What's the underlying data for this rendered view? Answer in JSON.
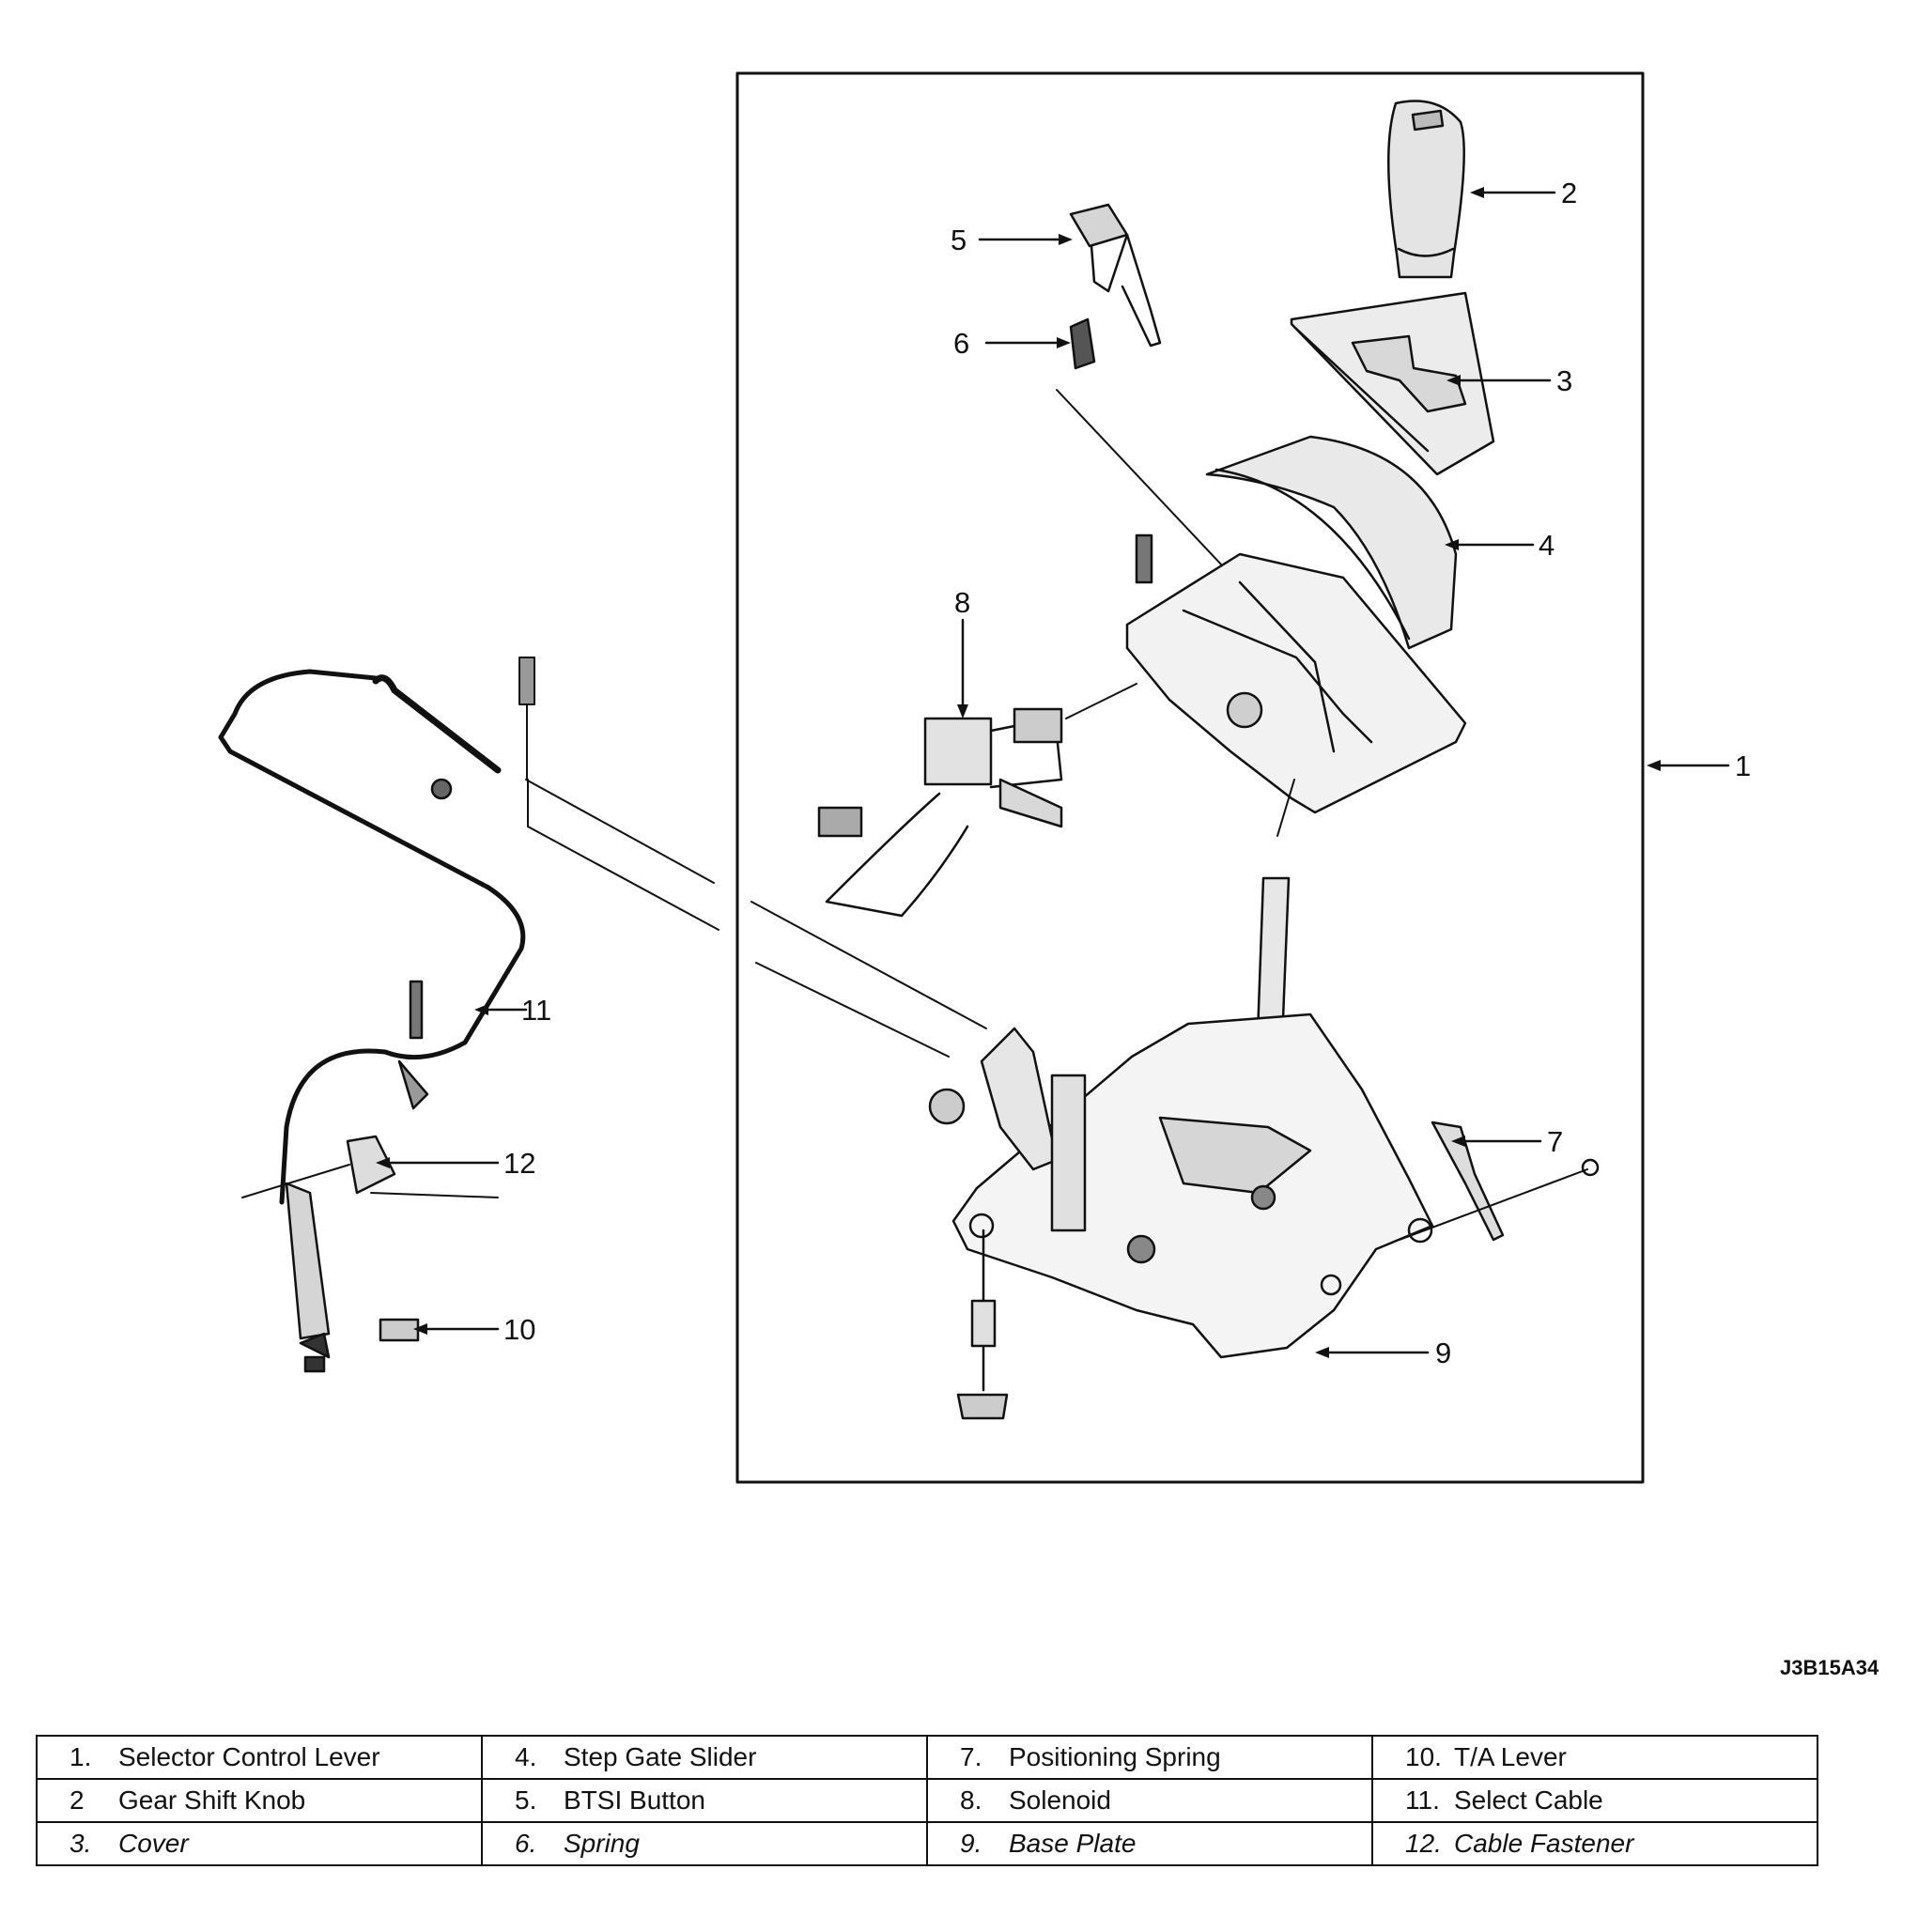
{
  "figure_id": "J3B15A34",
  "callouts": [
    "1",
    "2",
    "3",
    "4",
    "5",
    "6",
    "7",
    "8",
    "9",
    "10",
    "11",
    "12"
  ],
  "legend": {
    "rows": [
      [
        {
          "num": "1.",
          "label": "Selector Control Lever"
        },
        {
          "num": "4.",
          "label": "Step Gate Slider"
        },
        {
          "num": "7.",
          "label": "Positioning Spring"
        },
        {
          "num": "10.",
          "label": "T/A Lever"
        }
      ],
      [
        {
          "num": "2",
          "label": "Gear Shift Knob"
        },
        {
          "num": "5.",
          "label": "BTSI Button"
        },
        {
          "num": "8.",
          "label": "Solenoid"
        },
        {
          "num": "11.",
          "label": "Select Cable"
        }
      ],
      [
        {
          "num": "3.",
          "label": "Cover"
        },
        {
          "num": "6.",
          "label": "Spring"
        },
        {
          "num": "9.",
          "label": "Base Plate"
        },
        {
          "num": "12.",
          "label": "Cable Fastener"
        }
      ]
    ]
  }
}
